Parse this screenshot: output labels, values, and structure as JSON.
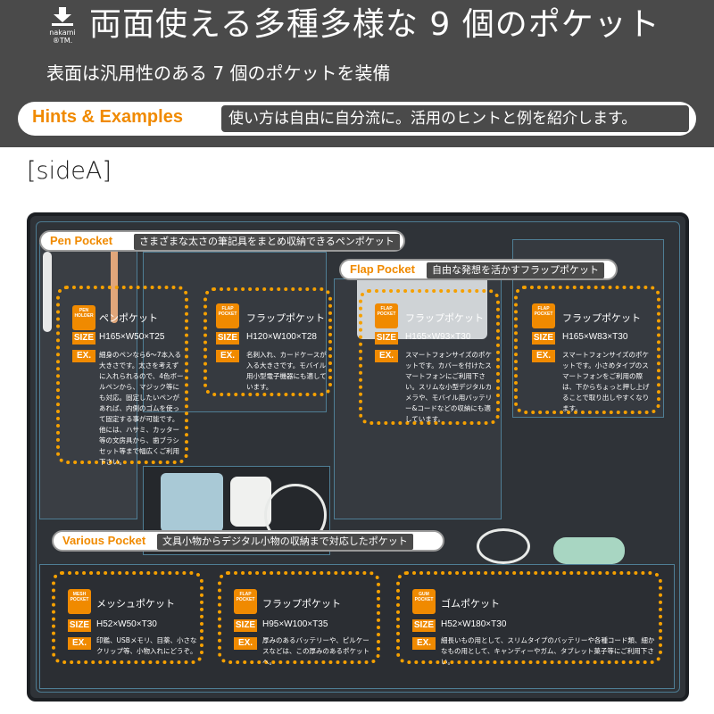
{
  "header": {
    "logo_text": "nakami\n®TM.",
    "title": "両面使える多種多様な 9 個のポケット",
    "subtitle": "表面は汎用性のある 7 個のポケットを装備",
    "hint_label": "Hints & Examples",
    "hint_text": "使い方は自由に自分流に。活用のヒントと例を紹介します。"
  },
  "side_label": "[sideA]",
  "categories": [
    {
      "name": "Pen Pocket",
      "desc": "さまざまな太さの筆記具をまとめ収納できるペンポケット"
    },
    {
      "name": "Flap Pocket",
      "desc": "自由な発想を活かすフラップポケット"
    },
    {
      "name": "Various Pocket",
      "desc": "文具小物からデジタル小物の収納まで対応したポケット"
    }
  ],
  "tags": {
    "size": "SIZE",
    "ex": "EX."
  },
  "pockets": [
    {
      "icon": "PEN\nHOLDER",
      "name": "ペンポケット",
      "size": "H165×W50×T25",
      "example": "細身のペンなら6〜7本入る大きさです。太さを考えずに入れられるので、4色ボールペンから、マジック等にも対応。固定したいペンがあれば、内側のゴムを使って固定する事が可能です。他には、ハサミ、カッター等の文房具から、歯ブラシセット等まで幅広くご利用下さい。"
    },
    {
      "icon": "FLAP\nPOCKET",
      "name": "フラップポケット",
      "size": "H120×W100×T28",
      "example": "名刺入れ、カードケースが入る大きさです。モバイル用小型電子機器にも適しています。"
    },
    {
      "icon": "FLAP\nPOCKET",
      "name": "フラップポケット",
      "size": "H165×W93×T30",
      "example": "スマートフォンサイズのポケットです。カバーを付けたスマートフォンにご利用下さい。スリムな小型デジタルカメラや、モバイル用バッテリー&コードなどの収納にも適しています。"
    },
    {
      "icon": "FLAP\nPOCKET",
      "name": "フラップポケット",
      "size": "H165×W83×T30",
      "example": "スマートフォンサイズのポケットです。小さめタイプのスマートフォンをご利用の際は、下からちょっと押し上げることで取り出しやすくなります。"
    },
    {
      "icon": "MESH\nPOCKET",
      "name": "メッシュポケット",
      "size": "H52×W50×T30",
      "example": "印鑑、USBメモリ、目薬、小さなクリップ等、小物入れにどうぞ。"
    },
    {
      "icon": "FLAP\nPOCKET",
      "name": "フラップポケット",
      "size": "H95×W100×T35",
      "example": "厚みのあるバッテリーや、ピルケースなどは、この厚みのあるポケットへ。"
    },
    {
      "icon": "GUM\nPOCKET",
      "name": "ゴムポケット",
      "size": "H52×W180×T30",
      "example": "細長いもの用として、スリムタイプのバッテリーや各種コード類、細かなもの用として、キャンディーやガム、タブレット菓子等にご利用下さい。"
    }
  ],
  "colors": {
    "header_bg": "#4a4a4a",
    "accent": "#f08a00",
    "dotted": "#f5a000",
    "organizer": "#2f3338"
  }
}
